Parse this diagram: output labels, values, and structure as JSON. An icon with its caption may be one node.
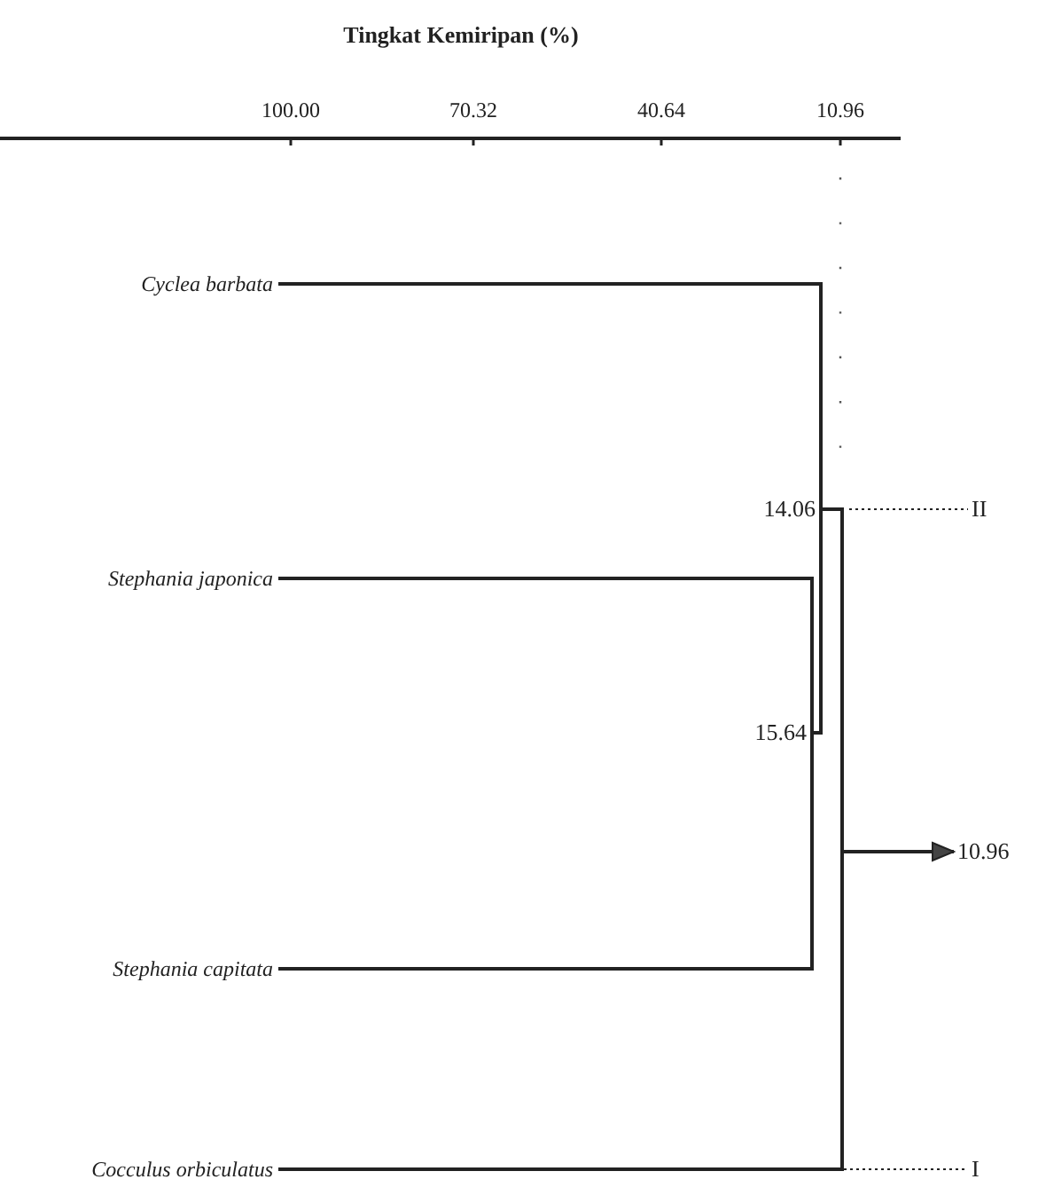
{
  "diagram": {
    "nodes": [
      {
        "text": [
          "Cyclea barbata"
        ]
      },
      {
        "text": [
          "Stephania japonica"
        ]
      },
      {
        "text": [
          "Stephania capitata"
        ]
      },
      {
        "text": [
          "Cocculus orbiculatus"
        ]
      },
      {
        "text": [
          "15.64"
        ]
      },
      {
        "text": [
          "14.06"
        ]
      },
      {
        "text": [
          "10.96"
        ]
      },
      {
        "text": [
          "II"
        ]
      },
      {
        "text": [
          "I"
        ]
      }
    ],
    "edges": [
      {
        "from": 1,
        "to": 4,
        "arrow": "none"
      },
      {
        "from": 2,
        "to": 4,
        "arrow": "none"
      },
      {
        "from": 4,
        "to": 5,
        "arrow": "none"
      },
      {
        "from": 0,
        "to": 5,
        "arrow": "none"
      },
      {
        "from": 5,
        "to": 3,
        "arrow": "none"
      },
      {
        "from": null,
        "to": 6,
        "arrow": "to"
      },
      {
        "from": 5,
        "to": 7,
        "arrow": "none",
        "style": "dashed"
      },
      {
        "from": null,
        "to": 8,
        "arrow": "none",
        "style": "dashed"
      }
    ],
    "labels": [
      "Tingkat Kemiripan (%)",
      "100.00",
      "70.32",
      "40.64",
      "10.96"
    ]
  }
}
